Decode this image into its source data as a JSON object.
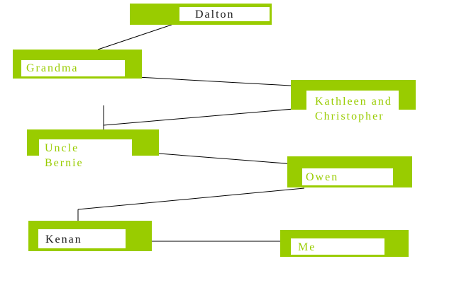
{
  "diagram": {
    "title": "",
    "type": "tree",
    "colors": {
      "node_fill": "#99cc00",
      "label_green": "#99cc00",
      "label_dark": "#1a1a1a",
      "connector_line": "#000000",
      "background": "#ffffff"
    },
    "nodes": {
      "dalton": {
        "label": "Dalton"
      },
      "grandma": {
        "label": "Grandma"
      },
      "kathleen": {
        "label": "Kathleen and Christopher"
      },
      "uncle_bernie": {
        "label": "Uncle Bernie"
      },
      "owen": {
        "label": "Owen"
      },
      "kenan": {
        "label": "Kenan"
      },
      "me": {
        "label": "Me"
      }
    },
    "edges": [
      {
        "from": "dalton",
        "to": "grandma"
      },
      {
        "from": "grandma",
        "to": "kathleen"
      },
      {
        "from": "kathleen",
        "to": "uncle_bernie"
      },
      {
        "from": "uncle_bernie",
        "to": "owen"
      },
      {
        "from": "owen",
        "to": "kenan"
      },
      {
        "from": "kenan",
        "to": "me"
      }
    ]
  }
}
